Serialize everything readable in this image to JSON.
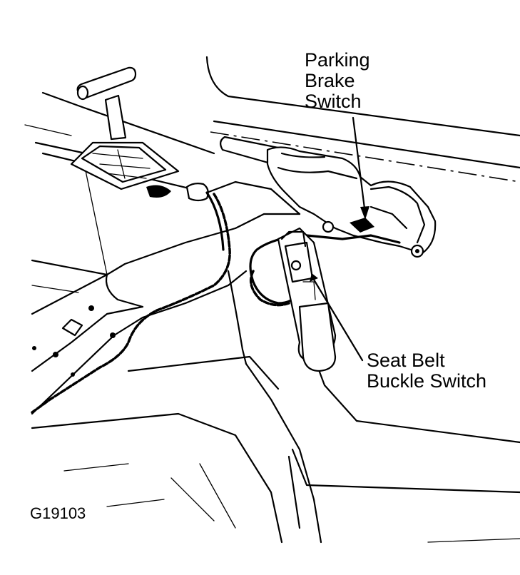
{
  "labels": {
    "parking_brake_switch": "Parking\nBrake\nSwitch",
    "seat_belt_buckle_switch": "Seat Belt\nBuckle Switch"
  },
  "figure_code": "G19103"
}
